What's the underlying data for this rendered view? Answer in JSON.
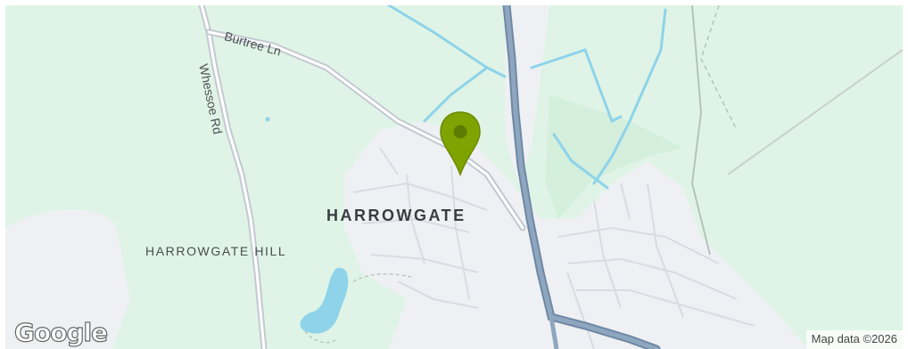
{
  "map": {
    "places": {
      "major": "HARROWGATE",
      "minor": "HARROWGATE HILL"
    },
    "roads": {
      "burtree": "Burtree Ln",
      "whessoe": "Whessoe Rd"
    },
    "attribution": "Map data ©2026",
    "logo": "Google",
    "marker_icon": "map-pin-icon",
    "colors": {
      "land": "#dff4e6",
      "urban": "#eef0f3",
      "road": "#c4c9d1",
      "motorway": "#7e98b3",
      "water": "#8ed3ea",
      "marker": "#7fa300"
    }
  }
}
